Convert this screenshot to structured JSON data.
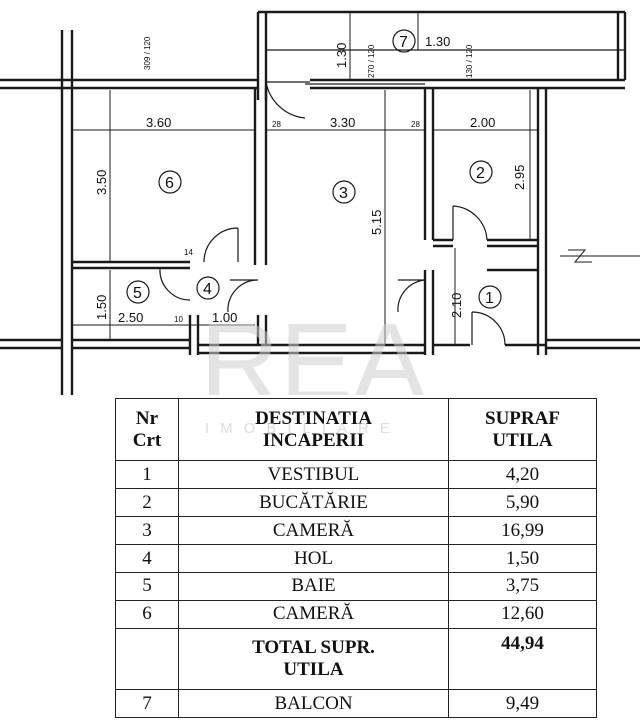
{
  "plan": {
    "dimensions": {
      "d_360": "3.60",
      "d_330": "3.30",
      "d_200": "2.00",
      "d_350": "3.50",
      "d_515": "5.15",
      "d_295": "2.95",
      "d_150": "1.50",
      "d_250": "2.50",
      "d_100": "1.00",
      "d_210": "2.10",
      "d_130_v": "1.30",
      "d_130_h": "1.30"
    },
    "small_labels": {
      "top_left": "309 / 120",
      "top_mid": "270 / 120",
      "top_right": "130 / 120",
      "s28a": "28",
      "s28b": "28",
      "s14": "14",
      "s10": "10"
    },
    "room_numbers": [
      "1",
      "2",
      "3",
      "4",
      "5",
      "6",
      "7"
    ],
    "watermark_main": "REA",
    "watermark_sub": "IMOBILIARE"
  },
  "table": {
    "headers": {
      "nr_line1": "Nr",
      "nr_line2": "Crt",
      "dest_line1": "DESTINATIA",
      "dest_line2": "INCAPERII",
      "supraf_line1": "SUPRAF",
      "supraf_line2": "UTILA"
    },
    "rows": [
      {
        "nr": "1",
        "name": "VESTIBUL",
        "area": "4,20"
      },
      {
        "nr": "2",
        "name": "BUCĂTĂRIE",
        "area": "5,90"
      },
      {
        "nr": "3",
        "name": "CAMERĂ",
        "area": "16,99"
      },
      {
        "nr": "4",
        "name": "HOL",
        "area": "1,50"
      },
      {
        "nr": "5",
        "name": "BAIE",
        "area": "3,75"
      },
      {
        "nr": "6",
        "name": "CAMERĂ",
        "area": "12,60"
      }
    ],
    "total": {
      "label_line1": "TOTAL SUPR.",
      "label_line2": "UTILA",
      "area": "44,94"
    },
    "balcony": {
      "nr": "7",
      "name": "BALCON",
      "area": "9,49"
    }
  }
}
